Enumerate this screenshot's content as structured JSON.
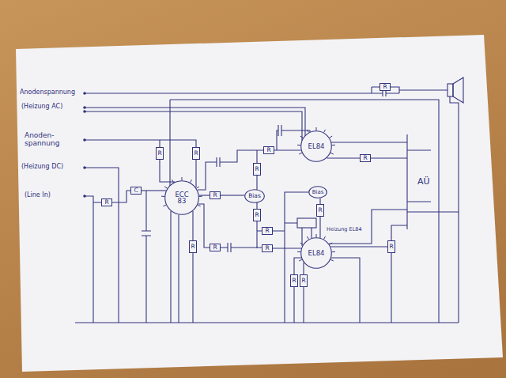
{
  "diagram": {
    "nodes": [
      {
        "text": [
          "ECC 83"
        ]
      },
      {
        "text": [
          "EL84"
        ]
      },
      {
        "text": [
          "EL84"
        ]
      },
      {
        "text": [
          "Bias"
        ]
      },
      {
        "text": [
          "Bias"
        ]
      },
      {
        "text": [
          "R"
        ]
      },
      {
        "text": [
          "C"
        ]
      },
      {
        "text": [
          "R"
        ]
      },
      {
        "text": [
          "R"
        ]
      },
      {
        "text": [
          "R"
        ]
      },
      {
        "text": [
          "R"
        ]
      },
      {
        "text": [
          "R"
        ]
      },
      {
        "text": [
          "R"
        ]
      },
      {
        "text": [
          "R"
        ]
      },
      {
        "text": [
          "R"
        ]
      },
      {
        "text": [
          "R"
        ]
      },
      {
        "text": [
          "R"
        ]
      },
      {
        "text": [
          "R"
        ]
      },
      {
        "text": [
          "R"
        ]
      },
      {
        "text": [
          "R"
        ]
      },
      {
        "text": [
          "R"
        ]
      },
      {
        "text": [
          "R"
        ]
      },
      {
        "text": [
          "R"
        ]
      }
    ],
    "edges": [
      {
        "from": 6,
        "to": 0,
        "arrow": "none"
      },
      {
        "from": 0,
        "to": 10,
        "arrow": "none"
      },
      {
        "from": 10,
        "to": 3,
        "arrow": "none"
      },
      {
        "from": 0,
        "to": 9,
        "arrow": "none"
      },
      {
        "from": 1,
        "to": 17,
        "arrow": "none"
      },
      {
        "from": 4,
        "to": 18,
        "arrow": "none"
      },
      {
        "from": 18,
        "to": 2,
        "arrow": "none"
      },
      {
        "from": 12,
        "to": 1,
        "arrow": "none"
      },
      {
        "from": 2,
        "to": 19,
        "arrow": "none"
      }
    ],
    "labels": [
      "Anodenspannung",
      "(Heizung AC)",
      "Anoden- spannung",
      "(Heizung DC)",
      "(Line In)",
      "Heizung EL84",
      "AÜ"
    ]
  }
}
